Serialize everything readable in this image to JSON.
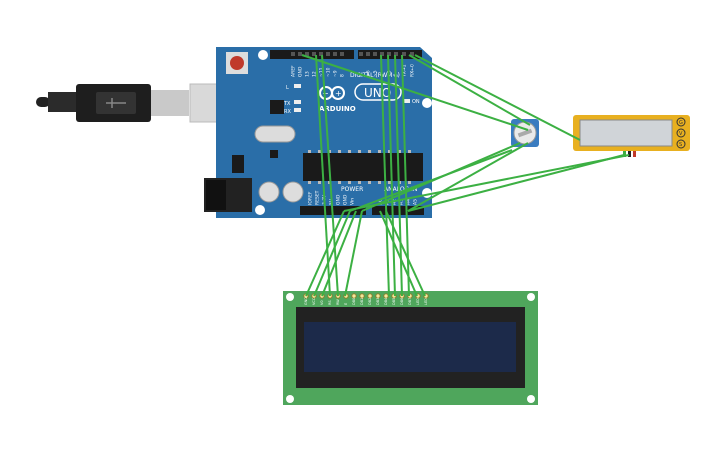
{
  "arduino": {
    "logo_text": "ARDUINO",
    "model": "UNO",
    "digital_label": "DIGITAL (PWM~)",
    "power_label": "POWER",
    "analog_label": "ANALOG IN",
    "on_label": "ON",
    "led_l": "L",
    "led_tx": "TX",
    "led_rx": "RX",
    "top_header_pins": [
      "AREF",
      "GND",
      "13",
      "12",
      "~11",
      "~10",
      "~9",
      "8",
      "7",
      "~6",
      "~5",
      "4",
      "~3",
      "2",
      "TX→1",
      "RX←0"
    ],
    "power_pins": [
      "IOREF",
      "RESET",
      "3.3V",
      "5V",
      "GND",
      "GND",
      "Vin"
    ],
    "analog_pins": [
      "A0",
      "A1",
      "A2",
      "A3",
      "A4",
      "A5"
    ]
  },
  "lcd": {
    "pin_labels": [
      "GND",
      "VCC",
      "V0",
      "RS",
      "RW",
      "E",
      "DB0",
      "DB1",
      "DB2",
      "DB3",
      "DB4",
      "DB5",
      "DB6",
      "DB7",
      "LED",
      "LED"
    ]
  },
  "sensor": {
    "pins": [
      "G",
      "V",
      "S"
    ]
  },
  "colors": {
    "board": "#2a6ea8",
    "wire": "#3cb043",
    "lcd_pcb": "#4fa65c",
    "lcd_screen": "#1c2a4a",
    "sensor_body": "#e8b020"
  }
}
